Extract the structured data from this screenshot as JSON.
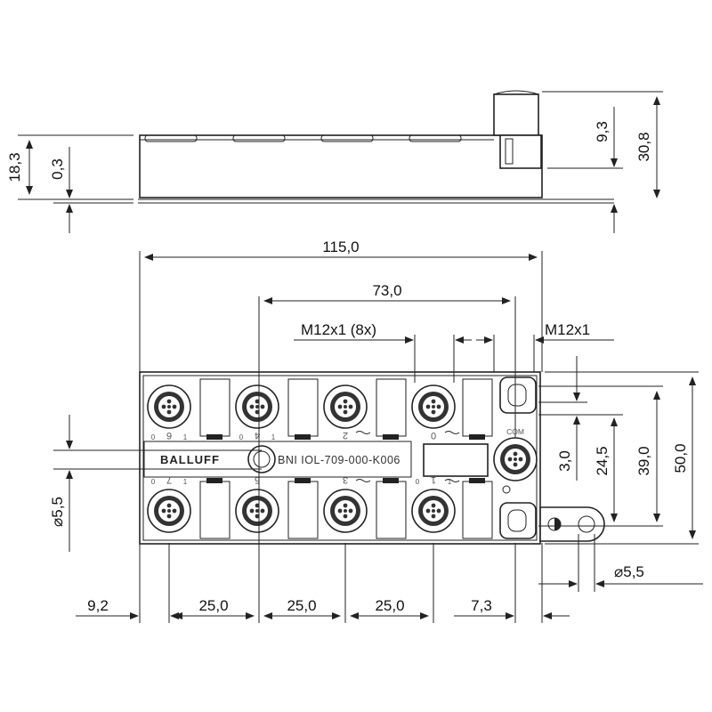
{
  "dimensions": {
    "side_height": "18,3",
    "side_offset": "0,3",
    "conn_height": "9,3",
    "total_height": "30,8",
    "overall_width": "115,0",
    "port_span": "73,0",
    "thread_ports": "M12x1  (8x)",
    "thread_com": "M12x1",
    "mount_hole_left": "⌀5,5",
    "mount_hole_right": "⌀5,5",
    "offset_edge": "9,2",
    "pitch_1": "25,0",
    "pitch_2": "25,0",
    "pitch_3": "25,0",
    "offset_right": "7,3",
    "h_small": "3,0",
    "h_mid": "24,5",
    "h_big": "39,0",
    "h_total": "50,0"
  },
  "device": {
    "brand": "BALLUFF",
    "model": "BNI IOL-709-000-K006",
    "com_label": "COM",
    "port_numbers_top": [
      "6",
      "4",
      "2",
      "0"
    ],
    "port_numbers_bottom": [
      "7",
      "5",
      "3",
      "1"
    ],
    "pin_labels": [
      "0",
      "1",
      "0",
      "1",
      "0",
      "1",
      "0",
      "1"
    ]
  },
  "colors": {
    "line": "#222222",
    "fill": "#ffffff"
  }
}
